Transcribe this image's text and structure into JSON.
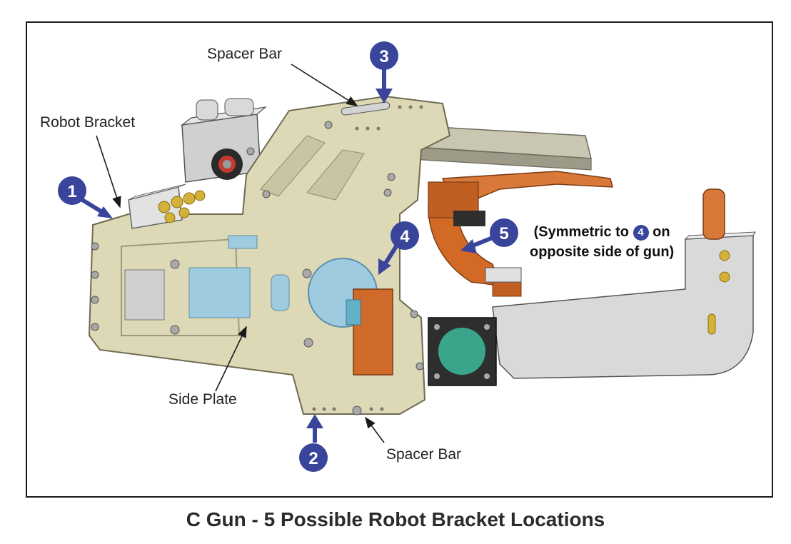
{
  "caption": "C Gun - 5 Possible Robot Bracket Locations",
  "labels": {
    "spacer_bar_top": "Spacer Bar",
    "robot_bracket": "Robot Bracket",
    "side_plate": "Side Plate",
    "spacer_bar_bottom": "Spacer Bar"
  },
  "note": {
    "line1_prefix": "(Symmetric to",
    "line1_ref": "4",
    "line1_suffix": "on",
    "line2": "opposite side of gun)"
  },
  "markers": [
    "1",
    "2",
    "3",
    "4",
    "5"
  ],
  "colors": {
    "marker": "#38459b",
    "plate": "#ddd9b6",
    "copper": "#cf6a2a",
    "steel": "#c8c8c8",
    "window": "#9fcbe0"
  }
}
